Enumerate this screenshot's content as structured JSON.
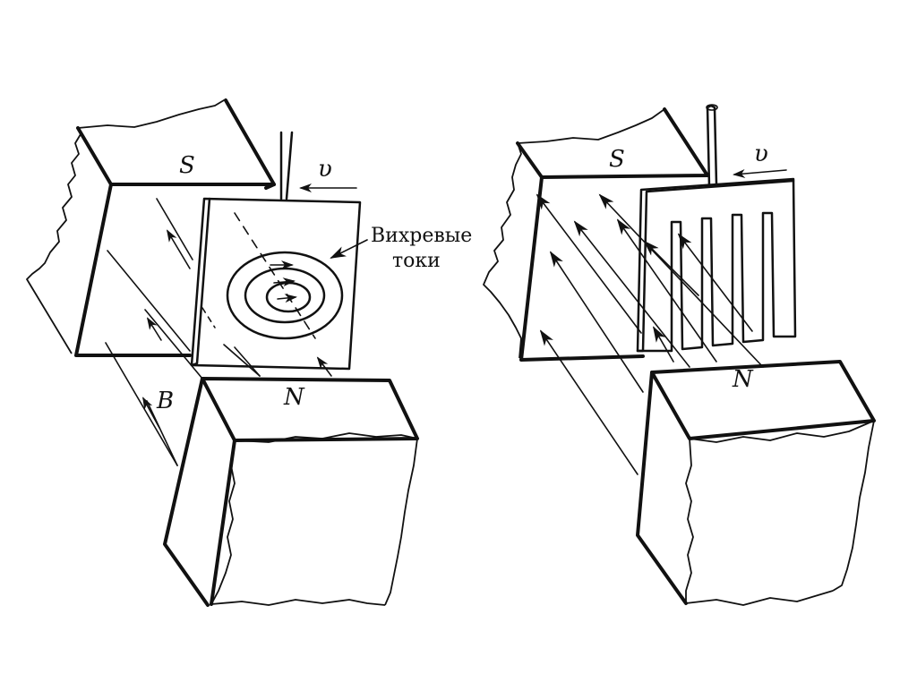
{
  "left_diagram": {
    "label_S": "S",
    "label_N": "N",
    "label_B": "B",
    "label_v": "υ",
    "eddy_label_line1": "Вихревые",
    "eddy_label_line2": "токи"
  },
  "right_diagram": {
    "label_S": "S",
    "label_N": "N",
    "label_v": "υ"
  }
}
